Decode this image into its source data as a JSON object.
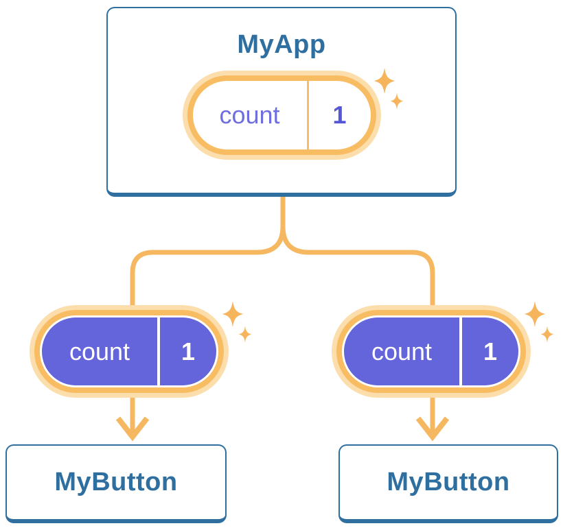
{
  "diagram": {
    "root": {
      "label": "MyApp",
      "state_pill": {
        "key": "count",
        "value": "1"
      }
    },
    "left_prop_pill": {
      "key": "count",
      "value": "1"
    },
    "right_prop_pill": {
      "key": "count",
      "value": "1"
    },
    "children": {
      "left": {
        "label": "MyButton"
      },
      "right": {
        "label": "MyButton"
      }
    },
    "icons": {
      "sparkle": "sparkle-icon"
    },
    "colors": {
      "node_border_blue": "#2F6F9F",
      "node_text_blue": "#2F6F9F",
      "pill_ring_orange": "#F8BC62",
      "pill_glow_orange": "#FCDEAC",
      "connector_orange": "#F5B860",
      "sparkle_orange": "#F6B45C",
      "prop_pill_purple": "#6464DB",
      "state_key_purple": "#6E6EDF",
      "state_value_purple": "#5656D8",
      "background": "#FFFFFF"
    }
  }
}
